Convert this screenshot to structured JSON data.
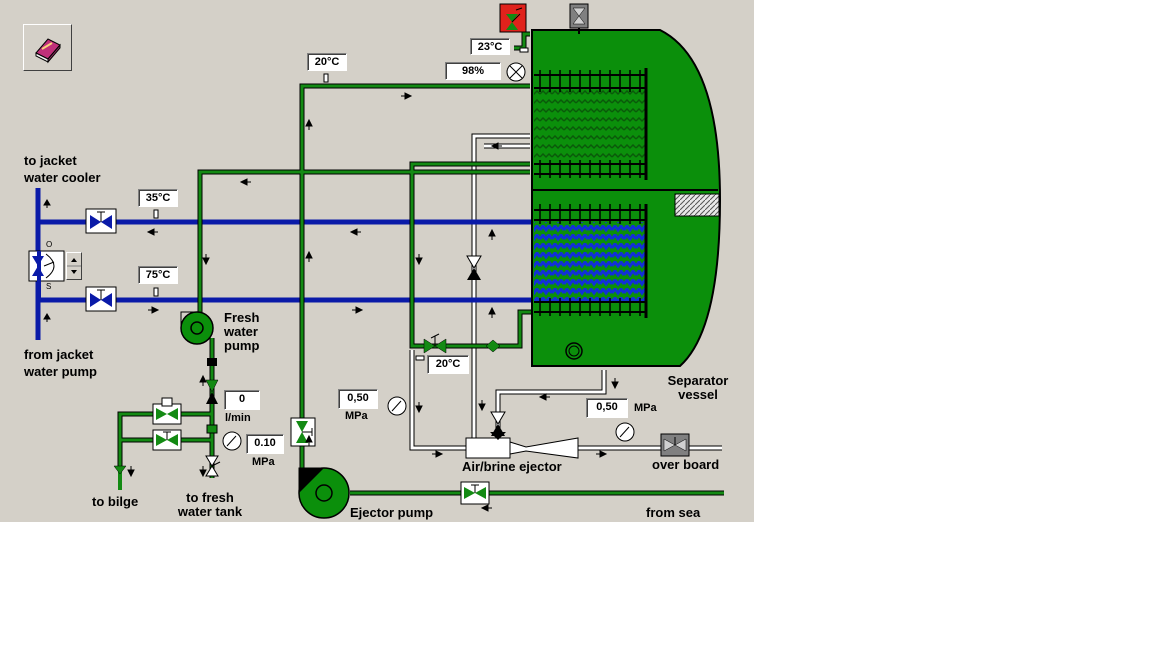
{
  "colors": {
    "panel": "#d4d0c8",
    "fresh_water": "#138a13",
    "sea_water": "#ffffff",
    "jacket_water": "#0a1aa8",
    "vessel": "#0b8f0b",
    "alarm": "#e0221c"
  },
  "icons": {
    "help": "help-book-icon"
  },
  "labels": {
    "to_jacket_water_cooler_1": "to jacket",
    "to_jacket_water_cooler_2": "water cooler",
    "from_jacket_water_pump_1": "from jacket",
    "from_jacket_water_pump_2": "water pump",
    "fresh_water_pump_1": "Fresh",
    "fresh_water_pump_2": "water",
    "fresh_water_pump_3": "pump",
    "to_bilge": "to bilge",
    "to_fresh_water_tank_1": "to fresh",
    "to_fresh_water_tank_2": "water tank",
    "ejector_pump": "Ejector pump",
    "air_brine_ejector": "Air/brine ejector",
    "over_board": "over board",
    "from_sea": "from sea",
    "separator_vessel_1": "Separator",
    "separator_vessel_2": "vessel",
    "valve_open": "O",
    "valve_shut": "S"
  },
  "readouts": {
    "vessel_temp": "23°C",
    "vessel_humidity": "98%",
    "fresh_line_temp": "20°C",
    "jacket_out_temp": "35°C",
    "jacket_in_temp": "75°C",
    "seawater_temp": "20°C",
    "flow_value": "0",
    "flow_unit": "l/min",
    "fw_pressure_value": "0.10",
    "fw_pressure_unit": "MPa",
    "ejector_pressure_value": "0,50",
    "ejector_pressure_unit": "MPa",
    "overboard_pressure_value": "0,50",
    "overboard_pressure_unit": "MPa"
  }
}
